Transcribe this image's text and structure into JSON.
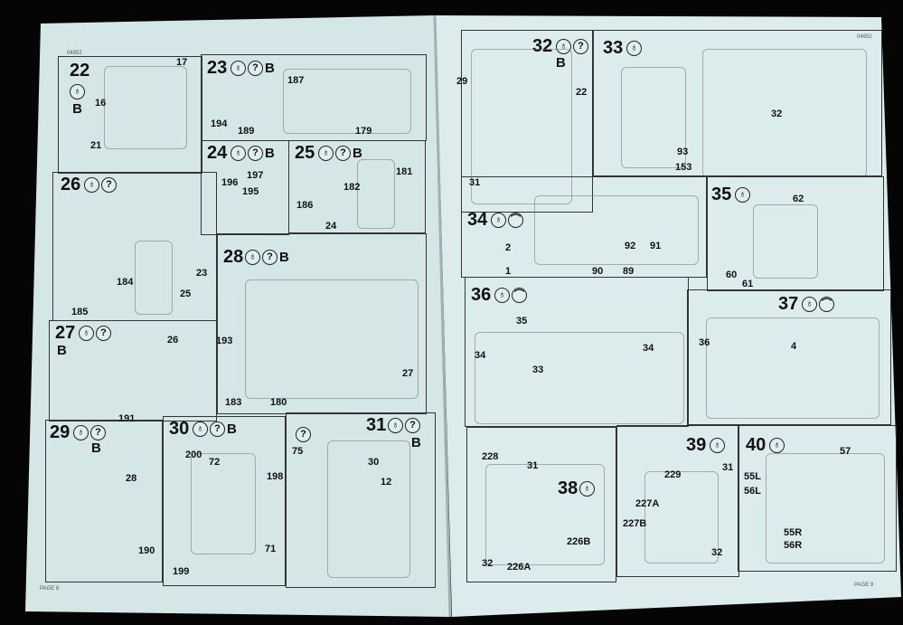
{
  "booklet": {
    "code_left": "04952",
    "code_right": "04952",
    "page_left": "PAGE 8",
    "page_right": "PAGE 9"
  },
  "icons": {
    "glue": "glue-icon",
    "question": "?",
    "b": "B",
    "paint": "paint-icon"
  },
  "steps": {
    "s22": {
      "num": "22",
      "parts": [
        "17",
        "16",
        "21"
      ]
    },
    "s23": {
      "num": "23",
      "parts": [
        "187",
        "194",
        "189",
        "179"
      ]
    },
    "s24": {
      "num": "24",
      "parts": [
        "196",
        "197",
        "195"
      ]
    },
    "s25": {
      "num": "25",
      "parts": [
        "182",
        "181",
        "186",
        "24"
      ]
    },
    "s26": {
      "num": "26",
      "parts": [
        "184",
        "185",
        "23",
        "25"
      ]
    },
    "s27": {
      "num": "27",
      "parts": [
        "26",
        "191"
      ]
    },
    "s28": {
      "num": "28",
      "parts": [
        "193",
        "183",
        "180",
        "27"
      ]
    },
    "s29": {
      "num": "29",
      "parts": [
        "28",
        "190"
      ]
    },
    "s30": {
      "num": "30",
      "parts": [
        "200",
        "72",
        "198",
        "199",
        "71"
      ]
    },
    "s31": {
      "num": "31",
      "parts": [
        "75",
        "30",
        "12"
      ]
    },
    "s32": {
      "num": "32",
      "parts": [
        "29",
        "22",
        "31"
      ]
    },
    "s33": {
      "num": "33",
      "parts": [
        "32",
        "93",
        "153"
      ]
    },
    "s34": {
      "num": "34",
      "parts": [
        "2",
        "1",
        "92",
        "91",
        "90",
        "89"
      ]
    },
    "s35": {
      "num": "35",
      "parts": [
        "62",
        "60",
        "61"
      ]
    },
    "s36": {
      "num": "36",
      "parts": [
        "35",
        "34",
        "34",
        "33"
      ]
    },
    "s37": {
      "num": "37",
      "parts": [
        "36",
        "4"
      ]
    },
    "s38": {
      "num": "38",
      "parts": [
        "228",
        "31",
        "32",
        "226A",
        "226B"
      ]
    },
    "s39": {
      "num": "39",
      "parts": [
        "229",
        "31",
        "227A",
        "227B",
        "32"
      ]
    },
    "s40": {
      "num": "40",
      "parts": [
        "57",
        "55L",
        "56L",
        "55R",
        "56R"
      ]
    }
  }
}
